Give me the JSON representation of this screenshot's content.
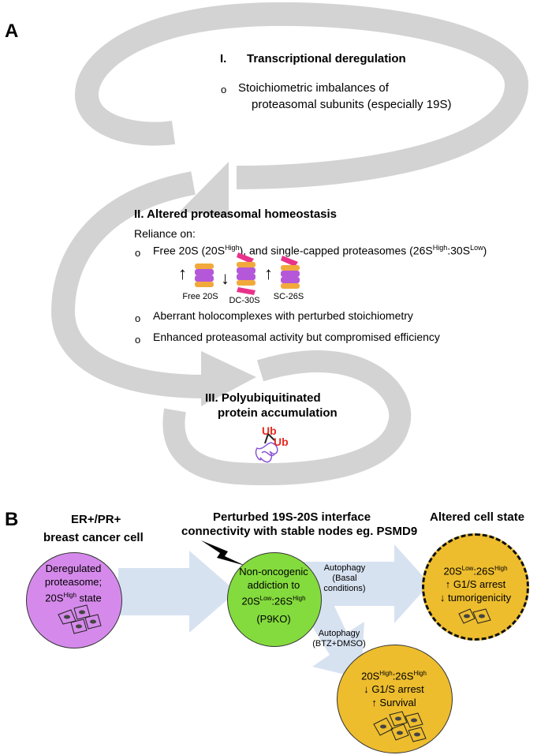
{
  "panel_a": {
    "letter": "A",
    "step1": {
      "numeral": "I.",
      "title": "Transcriptional deregulation",
      "bullet_line1": "Stoichiometric imbalances of",
      "bullet_line2": "proteasomal subunits (especially 19S)"
    },
    "step2": {
      "title": "II. Altered proteasomal homeostasis",
      "reliance": "Reliance on:",
      "bullet1_a": "Free 20S (20S",
      "bullet1_sup1": "High",
      "bullet1_b": "), and single-capped  proteasomes (26S",
      "bullet1_sup2": "High",
      "bullet1_c": ":30S",
      "bullet1_sup3": "Low",
      "bullet1_d": ")",
      "proteasomes": [
        {
          "label": "Free 20S",
          "arrow": "↑"
        },
        {
          "label": "DC-30S",
          "arrow": "↓"
        },
        {
          "label": "SC-26S",
          "arrow": "↑"
        }
      ],
      "bullet2": "Aberrant holocomplexes with perturbed stoichiometry",
      "bullet3": "Enhanced proteasomal activity but compromised efficiency"
    },
    "step3": {
      "title_line1": "III. Polyubiquitinated",
      "title_line2": "protein accumulation",
      "ub1": "Ub",
      "ub2": "Ub"
    },
    "bullet_glyph": "o"
  },
  "panel_b": {
    "letter": "B",
    "left_header_line1": "ER+/PR+",
    "left_header_line2": "breast cancer cell",
    "mid_header_line1": "Perturbed 19S-20S interface",
    "mid_header_line2": "connectivity with stable nodes eg. PSMD9",
    "right_header": "Altered cell state",
    "cell1": {
      "line1": "Deregulated",
      "line2": "proteasome;",
      "line3_a": "20S",
      "line3_sup": "High",
      "line3_b": " state"
    },
    "cell2": {
      "line1": "Non-oncogenic",
      "line2": "addiction to",
      "line3_a": "20S",
      "line3_sup1": "Low",
      "line3_b": ":26S",
      "line3_sup2": "High",
      "line4": "(P9KO)"
    },
    "arrow_basal": {
      "line1": "Autophagy",
      "line2": "(Basal",
      "line3": "conditions)"
    },
    "arrow_btz": {
      "line1": "Autophagy",
      "line2": "(BTZ+DMSO)"
    },
    "cell3": {
      "line1_a": "20S",
      "line1_sup1": "Low",
      "line1_b": ":26S",
      "line1_sup2": "High",
      "line2": "↑ G1/S arrest",
      "line3": "↓ tumorigenicity"
    },
    "cell4": {
      "line1_a": "20S",
      "line1_sup1": "High",
      "line1_b": ":26S",
      "line1_sup2": "High",
      "line2": "↓ G1/S arrest",
      "line3": "↑ Survival"
    },
    "colors": {
      "purple": "#D58AEB",
      "green": "#84DB3E",
      "yellow": "#EDBD2E",
      "arrow": "#D7E2F1",
      "grey": "#D3D3D3"
    }
  }
}
